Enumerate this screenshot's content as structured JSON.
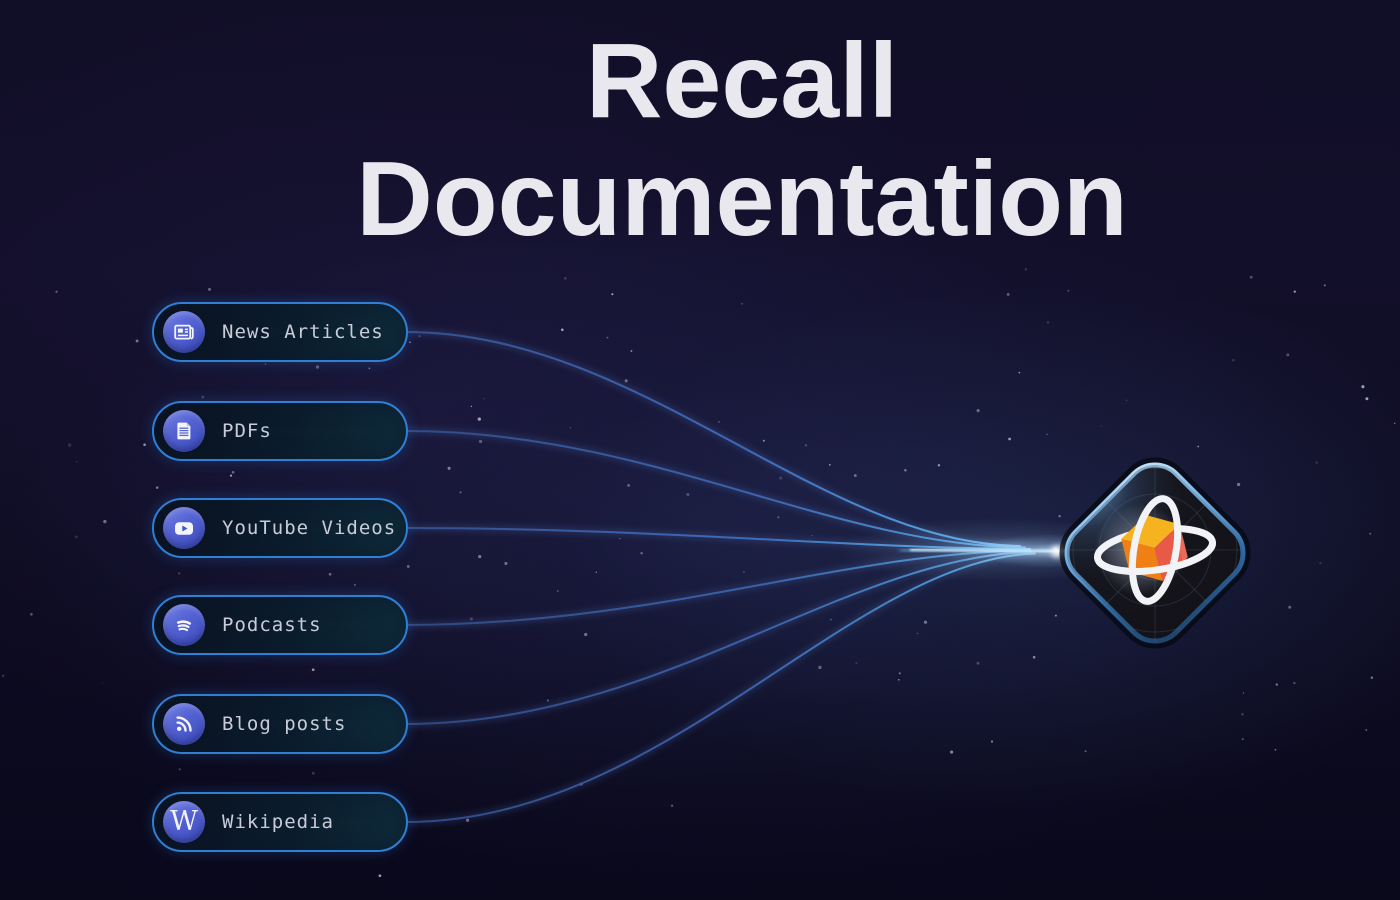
{
  "title": {
    "line1": "Recall",
    "line2": "Documentation"
  },
  "sources": {
    "items": [
      {
        "label": "News Articles",
        "icon": "newspaper-icon"
      },
      {
        "label": "PDFs",
        "icon": "document-icon"
      },
      {
        "label": "YouTube Videos",
        "icon": "youtube-play-icon"
      },
      {
        "label": "Podcasts",
        "icon": "spotify-icon"
      },
      {
        "label": "Blog posts",
        "icon": "rss-icon"
      },
      {
        "label": "Wikipedia",
        "icon": "wikipedia-w-icon",
        "glyph": "W"
      }
    ]
  },
  "logo": {
    "name": "recall-app-logo"
  },
  "colors": {
    "background": "#0d0b20",
    "title_text": "#e9e8ee",
    "pill_border": "#2f7fd4",
    "pill_text": "#c8ccd9",
    "icon_badge": "#5361d2",
    "connector_blue": "#55aae8",
    "beam_glow": "#dff2ff",
    "cube_top": "#f6b21f",
    "cube_left": "#f07f16",
    "cube_right": "#e85a47"
  }
}
